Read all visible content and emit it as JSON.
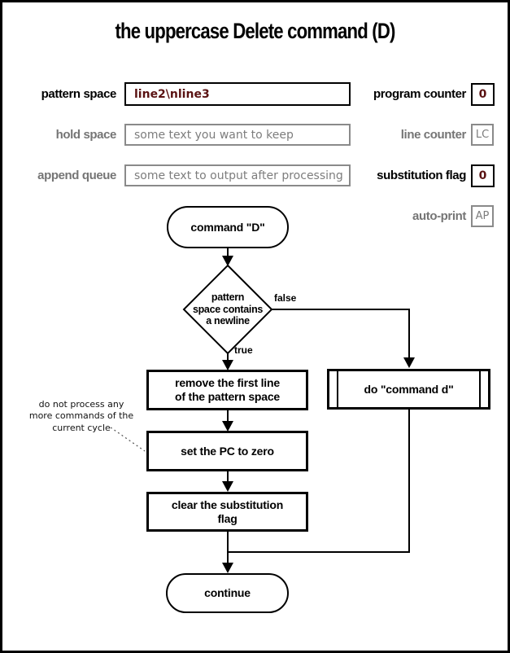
{
  "title": "the uppercase Delete command (D)",
  "registers": {
    "left": [
      {
        "label": "pattern space",
        "value": "line2\\nline3"
      },
      {
        "label": "hold space",
        "value": "some text you want to keep"
      },
      {
        "label": "append queue",
        "value": "some text to output after processing"
      }
    ],
    "right": [
      {
        "label": "program counter",
        "value": "0"
      },
      {
        "label": "line counter",
        "value": "LC"
      },
      {
        "label": "substitution flag",
        "value": "0"
      },
      {
        "label": "auto-print",
        "value": "AP"
      }
    ]
  },
  "flowchart": {
    "start": "command \"D\"",
    "decision_line1": "pattern",
    "decision_line2": "space contains",
    "decision_line3": "a newline",
    "label_false": "false",
    "label_true": "true",
    "process_remove_line1": "remove the first line",
    "process_remove_line2": "of the pattern space",
    "process_setpc": "set the PC to zero",
    "process_clear_line1": "clear the substitution",
    "process_clear_line2": "flag",
    "subroutine": "do \"command d\"",
    "end": "continue"
  },
  "annotation": {
    "line1": "do not process any",
    "line2": "more commands of the",
    "line3": "current cycle"
  },
  "colors": {
    "accent_maroon": "#5a1212",
    "inactive_gray": "#7a7a7a",
    "line_black": "#000000"
  }
}
